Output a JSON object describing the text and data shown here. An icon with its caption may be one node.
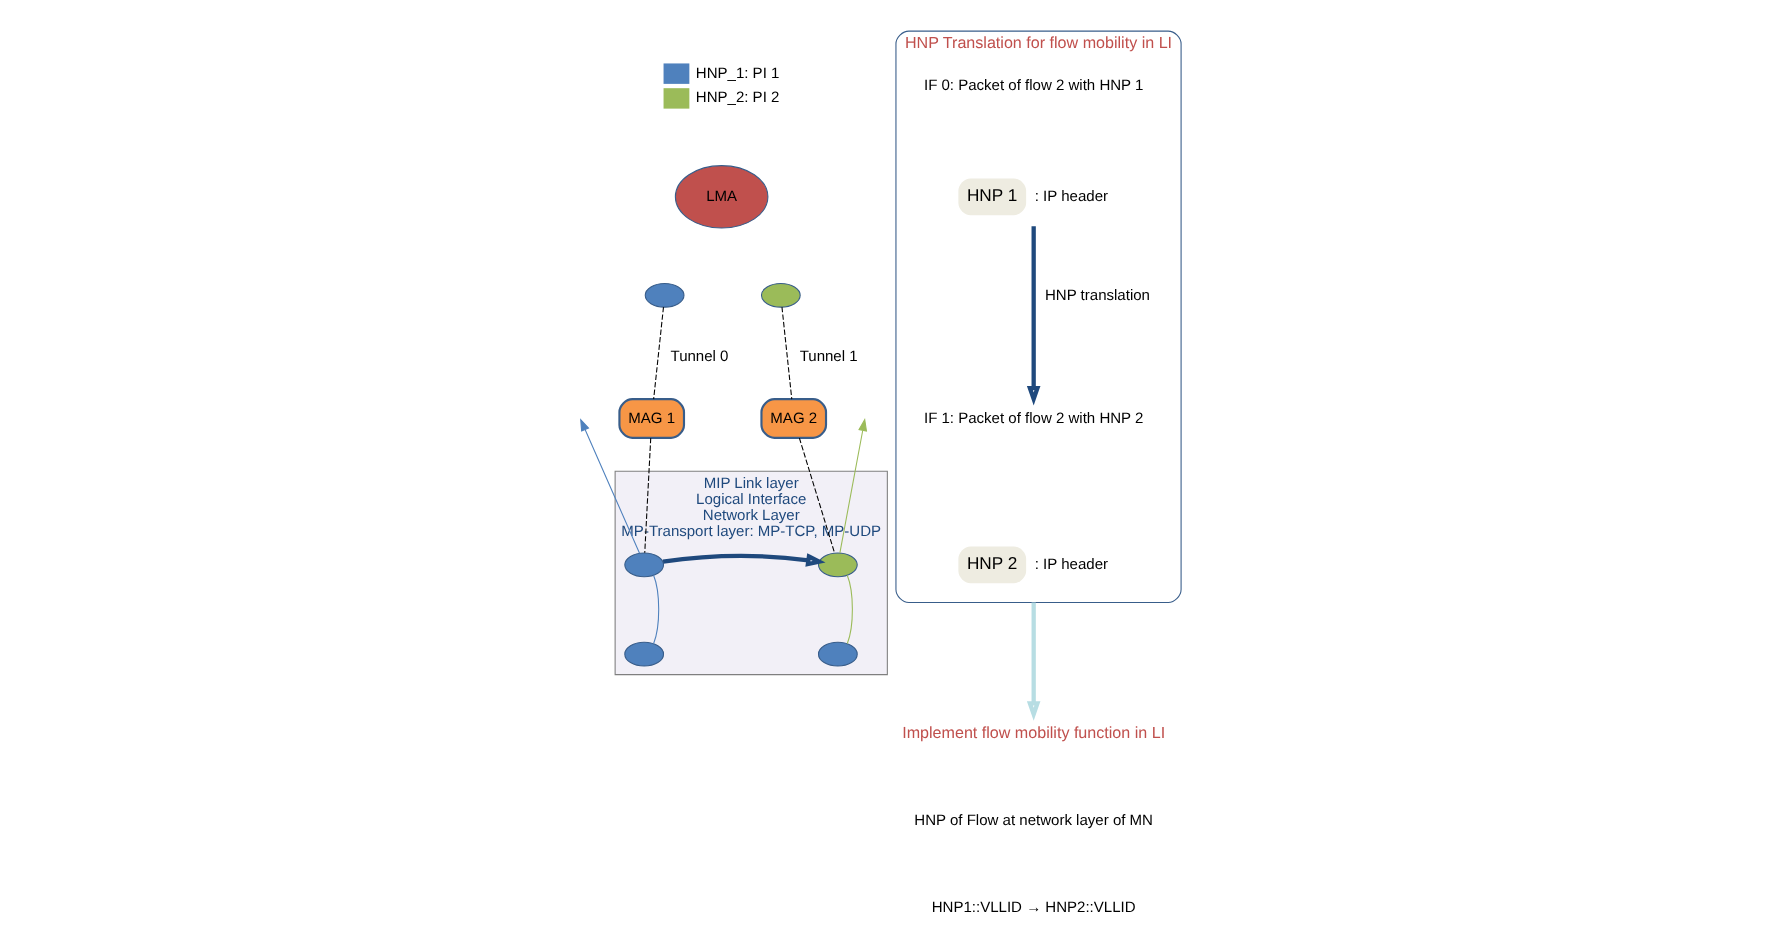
{
  "diagram": {
    "nodes": [
      {
        "text": [
          "LMA"
        ]
      },
      {
        "text": [],
        "shape": "ellipse"
      },
      {
        "text": [],
        "shape": "ellipse"
      },
      {
        "text": [
          "MAG 1"
        ]
      },
      {
        "text": [
          "MAG 2"
        ]
      },
      {
        "text": [
          "MIP Link layer",
          "Logical Interface",
          "Network Layer",
          "MP-Transport layer: MP-TCP, MP-UDP"
        ]
      },
      {
        "text": [],
        "shape": "ellipse",
        "in": 5
      },
      {
        "text": [],
        "shape": "ellipse",
        "in": 5
      },
      {
        "text": [],
        "shape": "ellipse",
        "in": 5
      },
      {
        "text": [],
        "shape": "ellipse",
        "in": 5
      },
      {
        "text": [
          "HNP Translation for flow mobility in LI"
        ]
      },
      {
        "text": [
          "IF 0: Packet of flow 2 with HNP 1"
        ],
        "in": 10
      },
      {
        "text": [
          "HNP 1"
        ],
        "beside": [
          ": IP header"
        ],
        "in": 10
      },
      {
        "text": [
          "IF 1: Packet of flow 2 with HNP 2"
        ],
        "in": 10
      },
      {
        "text": [
          "HNP 2"
        ],
        "beside": [
          ": IP header"
        ],
        "in": 10
      },
      {
        "text": [
          "Implement flow mobility function in LI"
        ]
      }
    ],
    "edges": [
      {
        "from": 1,
        "to": 3,
        "arrow": "none",
        "label": "Tunnel 0",
        "style": "dashed"
      },
      {
        "from": 3,
        "to": 6,
        "arrow": "none",
        "style": "dashed"
      },
      {
        "from": 2,
        "to": 4,
        "arrow": "none",
        "label": "Tunnel 1",
        "style": "dashed"
      },
      {
        "from": 4,
        "to": 7,
        "arrow": "none",
        "style": "dashed"
      },
      {
        "from": 8,
        "to": 6,
        "arrow": "none",
        "color": "#4f81bd"
      },
      {
        "from": 6,
        "to": null,
        "arrow": "to",
        "color": "#4f81bd"
      },
      {
        "from": 9,
        "to": 7,
        "arrow": "none",
        "color": "#9bbb59"
      },
      {
        "from": 7,
        "to": null,
        "arrow": "to",
        "color": "#9bbb59"
      },
      {
        "from": 6,
        "to": 7,
        "arrow": "to",
        "style": "thick",
        "color": "#1f497d"
      },
      {
        "from": 12,
        "to": 13,
        "arrow": "to",
        "label": "HNP translation",
        "style": "thick",
        "color": "#1f497d"
      },
      {
        "from": 10,
        "to": 15,
        "arrow": "to",
        "style": "thick",
        "color": "#b7dde3"
      }
    ],
    "labels": [
      "HNP of Flow at network layer of MN",
      "HNP1::VLLID → HNP2::VLLID"
    ],
    "legend": [
      {
        "text": "HNP_1: PI 1",
        "color": "#4f81bd"
      },
      {
        "text": "HNP_2: PI 2",
        "color": "#9bbb59"
      }
    ]
  }
}
